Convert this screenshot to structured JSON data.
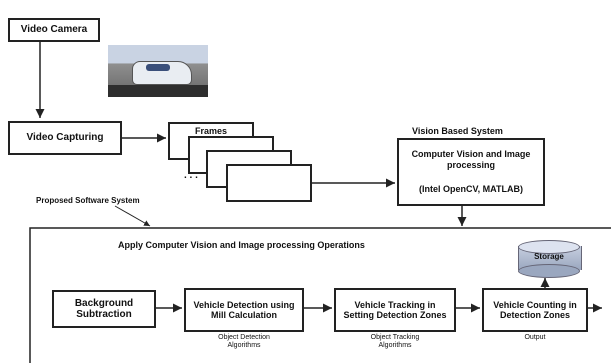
{
  "video_camera": "Video Camera",
  "video_capturing": "Video Capturing",
  "frames": "Frames",
  "frame_dots": ". . .",
  "vision_system_title": "Vision Based System",
  "cv_box": {
    "line1": "Computer Vision and Image processing",
    "line2": "(Intel OpenCV, MATLAB)"
  },
  "proposed_software_system": "Proposed Software System",
  "apply_operations": "Apply Computer Vision and Image processing Operations",
  "storage": "Storage",
  "steps": [
    {
      "label": "Background Subtraction",
      "sub": ""
    },
    {
      "label": "Vehicle Detection using Mill Calculation",
      "sub": "Object Detection Algorithms"
    },
    {
      "label": "Vehicle Tracking in Setting Detection Zones",
      "sub": "Object Tracking Algorithms"
    },
    {
      "label": "Vehicle Counting in Detection Zones",
      "sub": "Output"
    }
  ]
}
